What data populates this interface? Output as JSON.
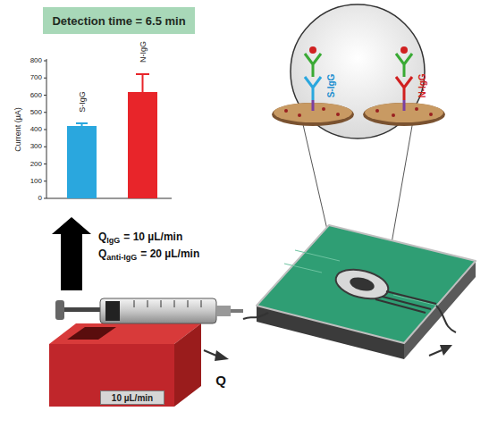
{
  "diagram": {
    "nodes": [
      {
        "text": [
          "Detection time = 6.5 min"
        ]
      },
      {
        "text": [
          "10 µL/min"
        ]
      }
    ],
    "labels": [
      "Current (µA)",
      "800",
      "700",
      "600",
      "500",
      "400",
      "300",
      "200",
      "100",
      "0",
      "S-IgG",
      "N-IgG",
      "Q",
      "IgG",
      "= 10 µL/min",
      "Q",
      "anti-IgG",
      "= 20 µL/min",
      "S-IgG",
      "N-IgG",
      "Q"
    ]
  }
}
